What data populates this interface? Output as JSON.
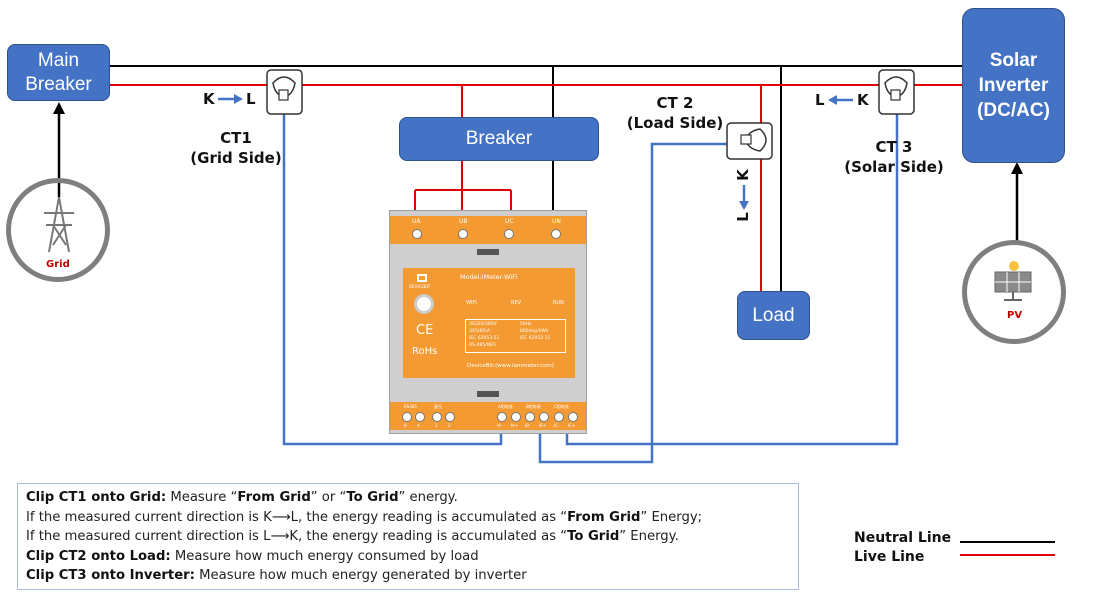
{
  "boxes": {
    "main_breaker": [
      "Main",
      "Breaker"
    ],
    "breaker": "Breaker",
    "solar_inverter": [
      "Solar",
      "Inverter",
      "(DC/AC)"
    ],
    "load": "Load"
  },
  "circles": {
    "grid": "Grid",
    "pv": "PV"
  },
  "ct_labels": {
    "ct1": [
      "CT1",
      "(Grid Side)"
    ],
    "ct2": [
      "CT 2",
      "(Load Side)"
    ],
    "ct3": [
      "CT 3",
      "(Solar Side)"
    ]
  },
  "arrow_labels": {
    "ct1_left": "K",
    "ct1_right": "L",
    "ct3_left": "L",
    "ct3_right": "K",
    "ct2_top": "K",
    "ct2_bottom": "L"
  },
  "meter": {
    "terminals_top": [
      "UA",
      "UB",
      "UC",
      "UN"
    ],
    "brand": "DEVICEBIT",
    "model": "Model:iMeter-WiFi",
    "indicators": [
      "WIFI",
      "REV",
      "RUN"
    ],
    "specs": [
      "3X220/380V",
      "50Hz",
      "3X5(60)A",
      "800imp/kWh",
      "IEC  62053-21",
      "IEC  62052-11",
      "RS-485/WiFi"
    ],
    "ce": "CE",
    "rohs": "RoHs",
    "website": "DeviceBit:(www.iammeter.com)",
    "bottom_groups": [
      "RS485",
      "复位",
      "A相电流",
      "B相电流",
      "C相电流"
    ],
    "bottom_terminals": [
      "B",
      "A",
      "1",
      "2",
      "IA-",
      "IA+",
      "IB-",
      "IB+",
      "IC-",
      "IC+"
    ]
  },
  "note": {
    "l1_b": "Clip CT1 onto Grid:",
    "l1_a": " Measure “",
    "l1_b2": "From Grid",
    "l1_c": "” or “",
    "l1_b3": "To Grid",
    "l1_d": "” energy.",
    "l2_a": "If the measured current direction is K⟶L, the energy reading is accumulated as “",
    "l2_b": "From Grid",
    "l2_c": "” Energy;",
    "l3_a": "If the measured current direction is L⟶K, the energy reading is accumulated as “",
    "l3_b": "To Grid",
    "l3_c": "” Energy.",
    "l4_b": "Clip CT2 onto Load:",
    "l4_a": " Measure how much energy consumed by load",
    "l5_b": "Clip CT3 onto Inverter:",
    "l5_a": " Measure how much energy generated by inverter"
  },
  "legend": {
    "neutral": "Neutral Line",
    "live": "Live Line"
  },
  "colors": {
    "neutral": "#000000",
    "live": "#e00000",
    "ct_wire": "#4472c4",
    "box": "#4472c4",
    "meter_orange": "#f39a32",
    "ring": "#7f7f7f"
  }
}
